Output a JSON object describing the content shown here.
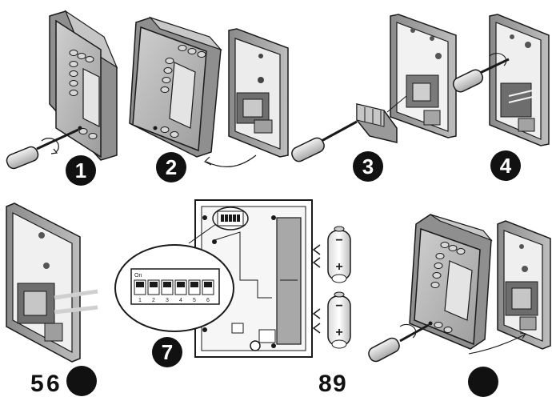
{
  "steps": {
    "s1": "1",
    "s2": "2",
    "s3": "3",
    "s4": "4",
    "s5": "5",
    "s6": "6",
    "s7": "7",
    "s8": "8",
    "s9": "9"
  },
  "dip_switch": {
    "on_label": "On",
    "numbers": [
      "1",
      "2",
      "3",
      "4",
      "5",
      "6"
    ]
  },
  "battery": {
    "plus": "+",
    "minus": "−"
  },
  "colors": {
    "device_face": "#b9b9b9",
    "device_dark": "#7d7d7d",
    "outline": "#1a1a1a",
    "badge": "#111111"
  }
}
